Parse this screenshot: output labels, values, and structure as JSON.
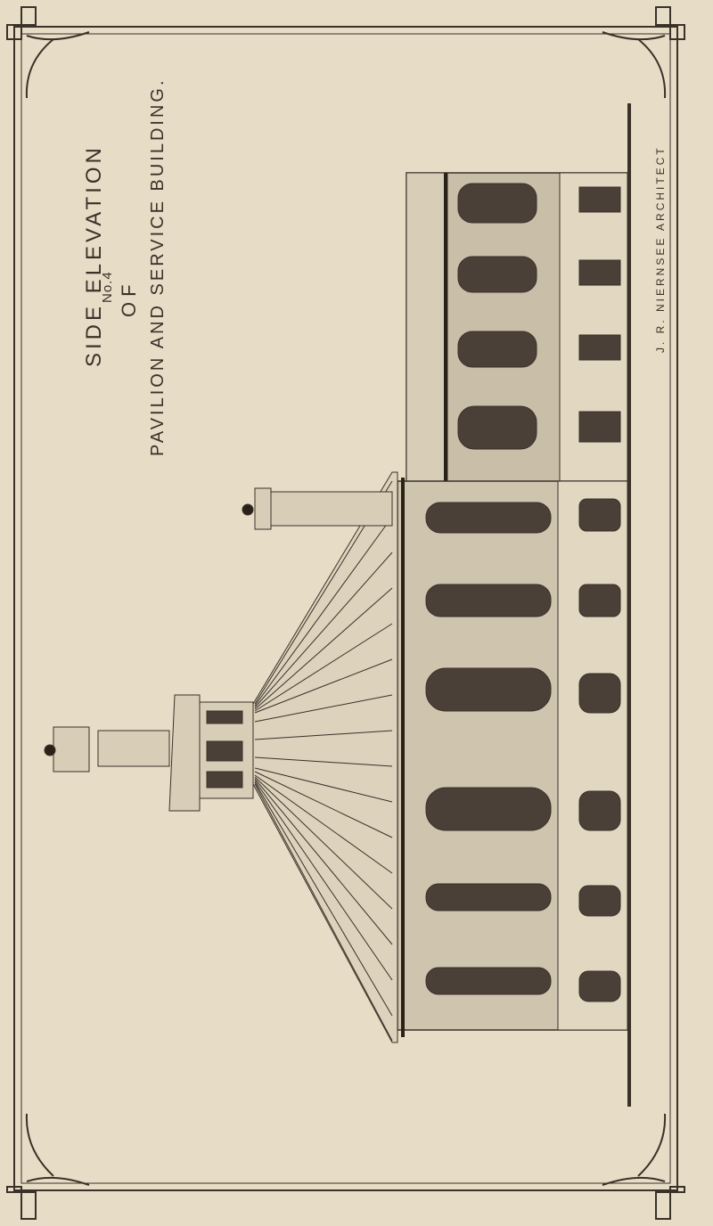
{
  "plate": {
    "number": "No.4",
    "title_line1": "SIDE ELEVATION",
    "title_line2": "OF",
    "title_line3": "PAVILION AND SERVICE BUILDING.",
    "architect": "J. R. NIERNSEE  ARCHITECT"
  },
  "colors": {
    "paper": "#e7dcc6",
    "ink": "#3a3128",
    "wall": "#c9bea8",
    "dark": "#4a4038"
  }
}
